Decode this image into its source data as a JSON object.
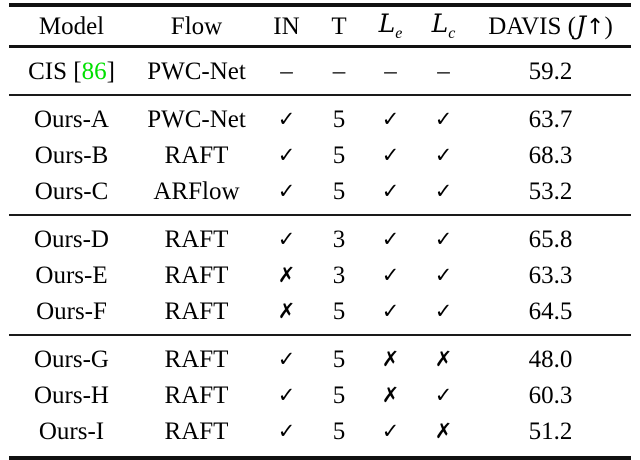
{
  "table": {
    "caption_present": false,
    "columns": [
      {
        "key": "model",
        "label": "Model"
      },
      {
        "key": "flow",
        "label": "Flow"
      },
      {
        "key": "in",
        "label": "IN"
      },
      {
        "key": "t",
        "label": "T"
      },
      {
        "key": "le",
        "label": "L",
        "sub": "e"
      },
      {
        "key": "lc",
        "label": "L",
        "sub": "c"
      },
      {
        "key": "davis",
        "label": "DAVIS (",
        "metric": "J",
        "arrow": "↑",
        "label_close": ")"
      }
    ],
    "glyphs": {
      "check": "✓",
      "cross": "✗",
      "dash": "–",
      "arrow_up": "↑"
    },
    "colors": {
      "citation": "#00e000",
      "text": "#000000",
      "rule": "#111111",
      "background": "#ffffff"
    },
    "sections": [
      {
        "id": "baseline",
        "rows": [
          {
            "model": "CIS",
            "citation_open": "[",
            "citation_num": "86",
            "citation_close": "]",
            "flow": "PWC-Net",
            "in": "–",
            "t": "–",
            "le": "–",
            "lc": "–",
            "davis": "59.2",
            "bold": false
          }
        ]
      },
      {
        "id": "flow-variants",
        "rows": [
          {
            "model": "Ours-A",
            "flow": "PWC-Net",
            "in": "✓",
            "t": "5",
            "le": "✓",
            "lc": "✓",
            "davis": "63.7",
            "bold": false
          },
          {
            "model": "Ours-B",
            "flow": "RAFT",
            "in": "✓",
            "t": "5",
            "le": "✓",
            "lc": "✓",
            "davis": "68.3",
            "bold": true
          },
          {
            "model": "Ours-C",
            "flow": "ARFlow",
            "in": "✓",
            "t": "5",
            "le": "✓",
            "lc": "✓",
            "davis": "53.2",
            "bold": false
          }
        ]
      },
      {
        "id": "input-time-variants",
        "rows": [
          {
            "model": "Ours-D",
            "flow": "RAFT",
            "in": "✓",
            "t": "3",
            "le": "✓",
            "lc": "✓",
            "davis": "65.8",
            "bold": false
          },
          {
            "model": "Ours-E",
            "flow": "RAFT",
            "in": "✗",
            "t": "3",
            "le": "✓",
            "lc": "✓",
            "davis": "63.3",
            "bold": false
          },
          {
            "model": "Ours-F",
            "flow": "RAFT",
            "in": "✗",
            "t": "5",
            "le": "✓",
            "lc": "✓",
            "davis": "64.5",
            "bold": false
          }
        ]
      },
      {
        "id": "loss-variants",
        "rows": [
          {
            "model": "Ours-G",
            "flow": "RAFT",
            "in": "✓",
            "t": "5",
            "le": "✗",
            "lc": "✗",
            "davis": "48.0",
            "bold": false
          },
          {
            "model": "Ours-H",
            "flow": "RAFT",
            "in": "✓",
            "t": "5",
            "le": "✗",
            "lc": "✓",
            "davis": "60.3",
            "bold": false
          },
          {
            "model": "Ours-I",
            "flow": "RAFT",
            "in": "✓",
            "t": "5",
            "le": "✓",
            "lc": "✗",
            "davis": "51.2",
            "bold": false
          }
        ]
      }
    ]
  }
}
